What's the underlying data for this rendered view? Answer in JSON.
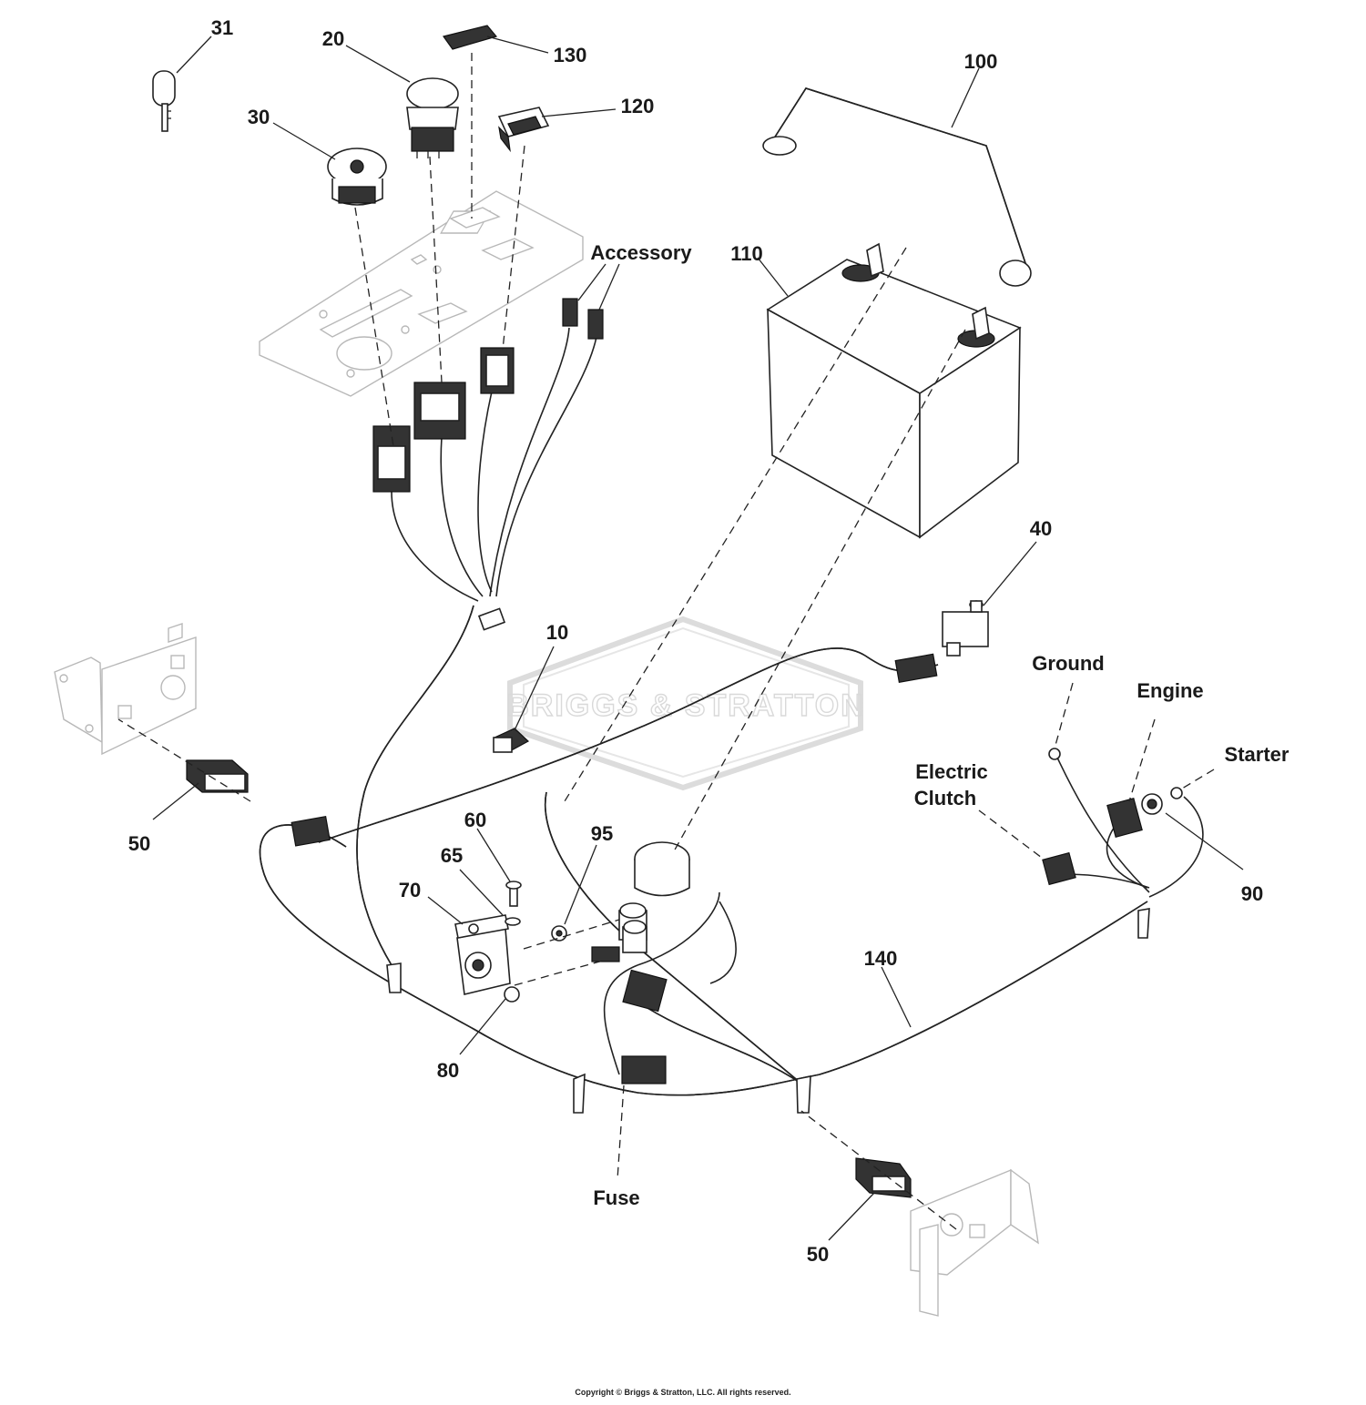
{
  "labels": {
    "p31": "31",
    "p20": "20",
    "p130": "130",
    "p30": "30",
    "p120": "120",
    "p100": "100",
    "p110": "110",
    "accessory": "Accessory",
    "p40": "40",
    "p10": "10",
    "ground": "Ground",
    "engine": "Engine",
    "starter": "Starter",
    "electric": "Electric",
    "clutch": "Clutch",
    "p50_left": "50",
    "p60": "60",
    "p95": "95",
    "p65": "65",
    "p70": "70",
    "p90": "90",
    "p140": "140",
    "p80": "80",
    "fuse": "Fuse",
    "p50_right": "50"
  },
  "watermark": "BRIGGS & STRATTON",
  "copyright": "Copyright © Briggs & Stratton, LLC. All rights reserved."
}
